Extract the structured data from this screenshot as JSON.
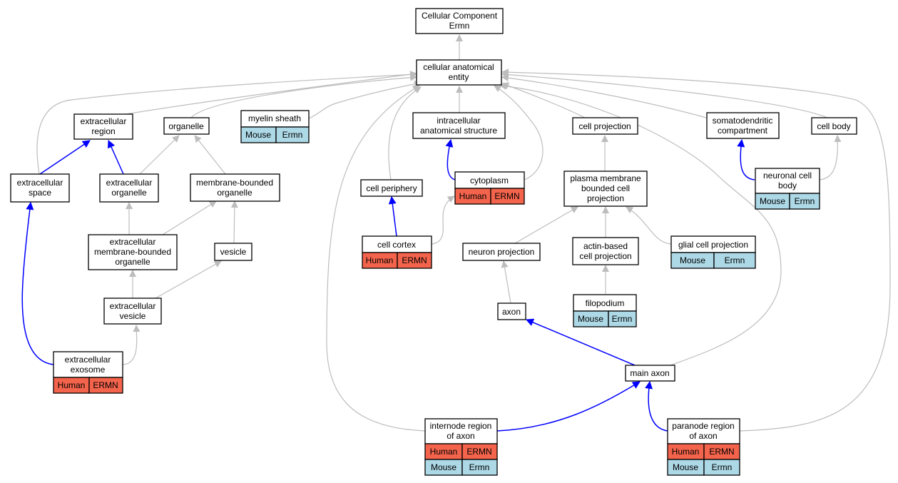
{
  "colors": {
    "human": "#f4644c",
    "mouse": "#add8e6",
    "edge_gray": "#bdbdbd",
    "edge_blue": "#0000ff"
  },
  "nodes": {
    "cellular_component": [
      "Cellular Component",
      "Ermn"
    ],
    "cellular_anatomical_entity": [
      "cellular anatomical",
      "entity"
    ],
    "extracellular_region": [
      "extracellular",
      "region"
    ],
    "organelle": [
      "organelle"
    ],
    "myelin_sheath": [
      "myelin sheath"
    ],
    "intracellular_anatomical_structure": [
      "intracellular",
      "anatomical structure"
    ],
    "cell_projection": [
      "cell projection"
    ],
    "somatodendritic_compartment": [
      "somatodendritic",
      "compartment"
    ],
    "cell_body": [
      "cell body"
    ],
    "extracellular_space": [
      "extracellular",
      "space"
    ],
    "extracellular_organelle": [
      "extracellular",
      "organelle"
    ],
    "membrane_bounded_organelle": [
      "membrane-bounded",
      "organelle"
    ],
    "cell_periphery": [
      "cell periphery"
    ],
    "cytoplasm": [
      "cytoplasm"
    ],
    "plasma_membrane_bounded_cell_projection": [
      "plasma membrane",
      "bounded cell",
      "projection"
    ],
    "neuronal_cell_body": [
      "neuronal cell",
      "body"
    ],
    "extracellular_membrane_bounded_organelle": [
      "extracellular",
      "membrane-bounded",
      "organelle"
    ],
    "vesicle": [
      "vesicle"
    ],
    "cell_cortex": [
      "cell cortex"
    ],
    "neuron_projection": [
      "neuron projection"
    ],
    "actin_based_cell_projection": [
      "actin-based",
      "cell projection"
    ],
    "glial_cell_projection": [
      "glial cell projection"
    ],
    "extracellular_vesicle": [
      "extracellular",
      "vesicle"
    ],
    "filopodium": [
      "filopodium"
    ],
    "axon": [
      "axon"
    ],
    "extracellular_exosome": [
      "extracellular",
      "exosome"
    ],
    "main_axon": [
      "main axon"
    ],
    "internode_region_of_axon": [
      "internode region",
      "of axon"
    ],
    "paranode_region_of_axon": [
      "paranode region",
      "of axon"
    ]
  },
  "annotations": {
    "myelin_sheath": [
      [
        "Mouse",
        "Ermn"
      ]
    ],
    "cytoplasm": [
      [
        "Human",
        "ERMN"
      ]
    ],
    "neuronal_cell_body": [
      [
        "Mouse",
        "Ermn"
      ]
    ],
    "cell_cortex": [
      [
        "Human",
        "ERMN"
      ]
    ],
    "glial_cell_projection": [
      [
        "Mouse",
        "Ermn"
      ]
    ],
    "filopodium": [
      [
        "Mouse",
        "Ermn"
      ]
    ],
    "extracellular_exosome": [
      [
        "Human",
        "ERMN"
      ]
    ],
    "internode_region_of_axon": [
      [
        "Human",
        "ERMN"
      ],
      [
        "Mouse",
        "Ermn"
      ]
    ],
    "paranode_region_of_axon": [
      [
        "Human",
        "ERMN"
      ],
      [
        "Mouse",
        "Ermn"
      ]
    ]
  }
}
